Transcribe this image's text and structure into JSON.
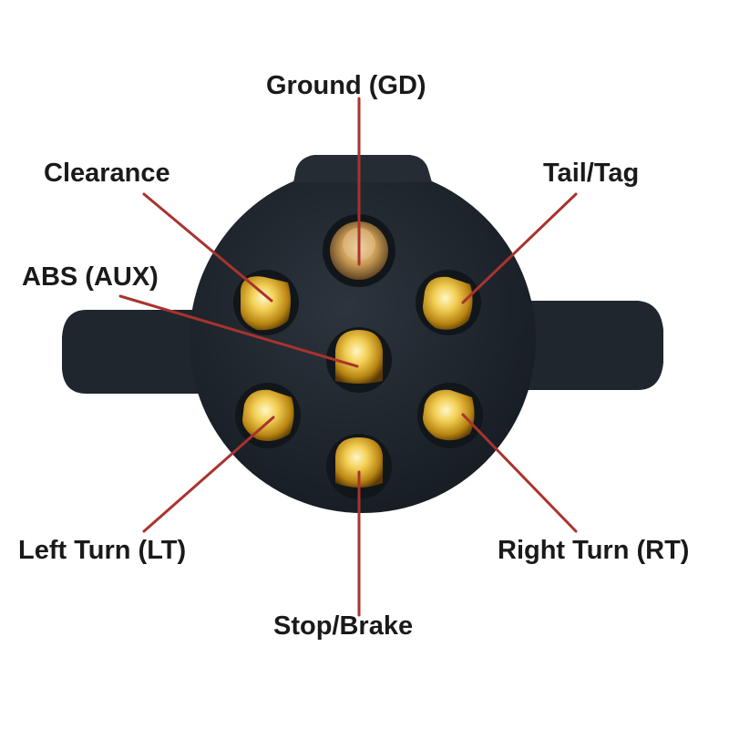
{
  "diagram": {
    "leader_color": "#a9332f",
    "housing_color": "#1e242b",
    "contact_color": "#e9b93c",
    "pins": [
      {
        "id": "ground",
        "label": "Ground (GD)"
      },
      {
        "id": "clearance",
        "label": "Clearance"
      },
      {
        "id": "tail",
        "label": "Tail/Tag"
      },
      {
        "id": "abs",
        "label": "ABS (AUX)"
      },
      {
        "id": "left",
        "label": "Left Turn (LT)"
      },
      {
        "id": "right",
        "label": "Right Turn (RT)"
      },
      {
        "id": "stop",
        "label": "Stop/Brake"
      }
    ]
  }
}
